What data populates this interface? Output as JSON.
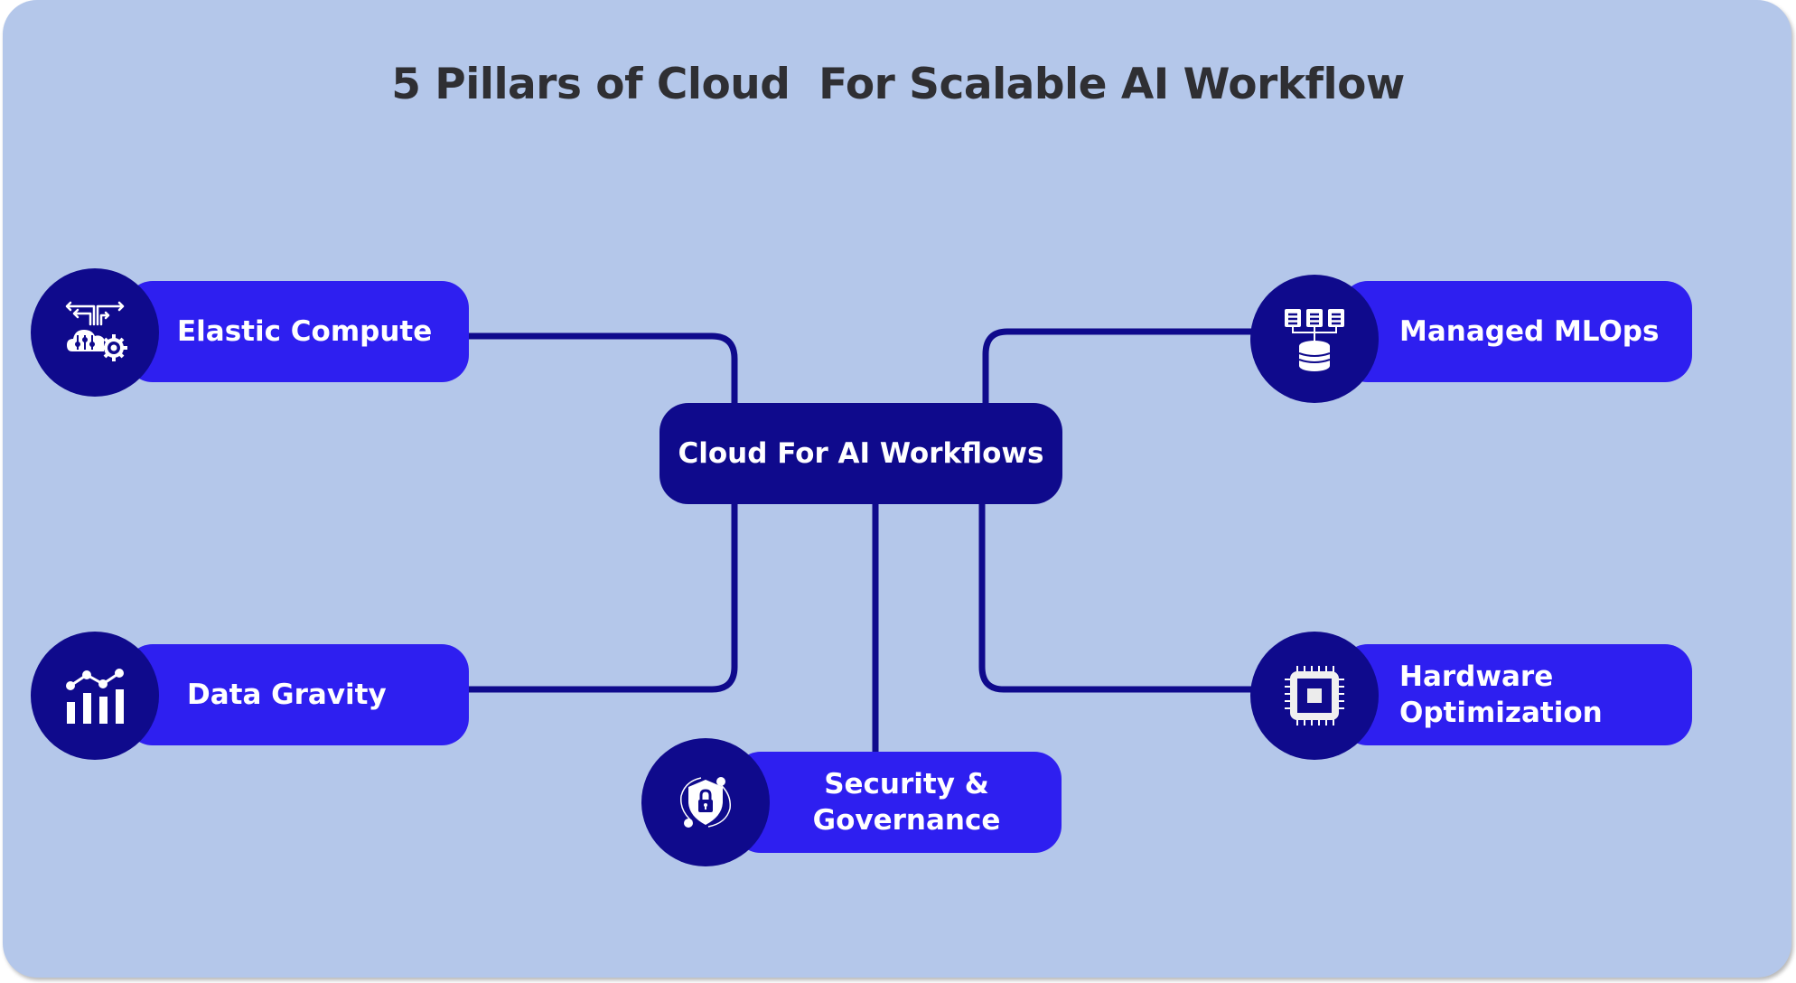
{
  "title": "5 Pillars of Cloud  For Scalable AI Workflow",
  "center_node": {
    "label": "Cloud For AI Workflows",
    "icon": null
  },
  "pillars": [
    {
      "id": "elastic-compute",
      "label": "Elastic Compute",
      "icon": "cloud-gear-arrows-icon",
      "position": "top-left"
    },
    {
      "id": "managed-mlops",
      "label": "Managed MLOps",
      "icon": "servers-database-icon",
      "position": "top-right"
    },
    {
      "id": "data-gravity",
      "label": "Data Gravity",
      "icon": "bar-line-chart-icon",
      "position": "bottom-left"
    },
    {
      "id": "hardware-optimization",
      "label": "Hardware\nOptimization",
      "icon": "cpu-chip-icon",
      "position": "bottom-right"
    },
    {
      "id": "security-governance",
      "label": "Security &\nGovernance",
      "icon": "shield-lock-icon",
      "position": "bottom-center"
    }
  ],
  "colors": {
    "background": "#b4c7ea",
    "center_fill": "#0f0a8c",
    "pill_fill": "#2e1ff0",
    "connector": "#0f0a8c",
    "title_text": "#2f2f33",
    "label_text": "#ffffff"
  }
}
